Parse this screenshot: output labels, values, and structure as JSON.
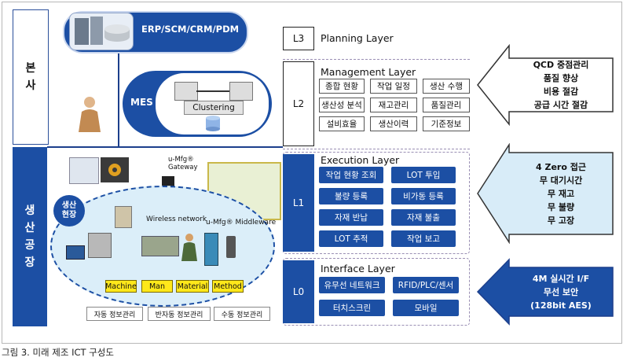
{
  "side_labels": {
    "hq": "본\n사",
    "factory": "생\n산\n공\n장"
  },
  "top": {
    "erp": "ERP/SCM/CRM/PDM",
    "mes": "MES",
    "clustering": "Clustering"
  },
  "factory": {
    "gateway": "u-Mfg®\nGateway",
    "wireless": "Wireless network",
    "middleware": "u-Mfg® Middleware",
    "site": "생산\n현장",
    "m4": [
      "Machine",
      "Man",
      "Material",
      "Method"
    ],
    "info": [
      "자동 정보관리",
      "반자동 정보관리",
      "수동 정보관리"
    ]
  },
  "layers": [
    {
      "code": "L3",
      "title": "Planning Layer"
    },
    {
      "code": "L2",
      "title": "Management Layer"
    },
    {
      "code": "L1",
      "title": "Execution Layer"
    },
    {
      "code": "L0",
      "title": "Interface Layer"
    }
  ],
  "management_cells": [
    "종합 현황",
    "작업 일정",
    "생산 수행",
    "생산성 분석",
    "재고관리",
    "품질관리",
    "설비효율",
    "생산이력",
    "기준정보"
  ],
  "execution_cells": [
    "작업 현황 조회",
    "LOT 투입",
    "불량 등록",
    "비가동 등록",
    "자재 반납",
    "자재 불출",
    "LOT 추적",
    "작업 보고"
  ],
  "interface_cells": [
    "유무선 네트워크",
    "RFID/PLC/센서",
    "터치스크린",
    "모바일"
  ],
  "arrows": {
    "qcd": "QCD 중점관리\n품질 향상\n비용 절감\n공급 시간 절감",
    "zero": "4 Zero 접근\n무 대기시간\n무 재고\n무 불량\n무 고장",
    "realtime": "4M 실시간 I/F\n무선 보안\n(128bit AES)"
  },
  "caption": "그림 3. 미래 제조 ICT 구성도",
  "colors": {
    "navy": "#1c4fa4",
    "light_blue": "#d8ecf8",
    "yellow": "#ffe81a"
  }
}
